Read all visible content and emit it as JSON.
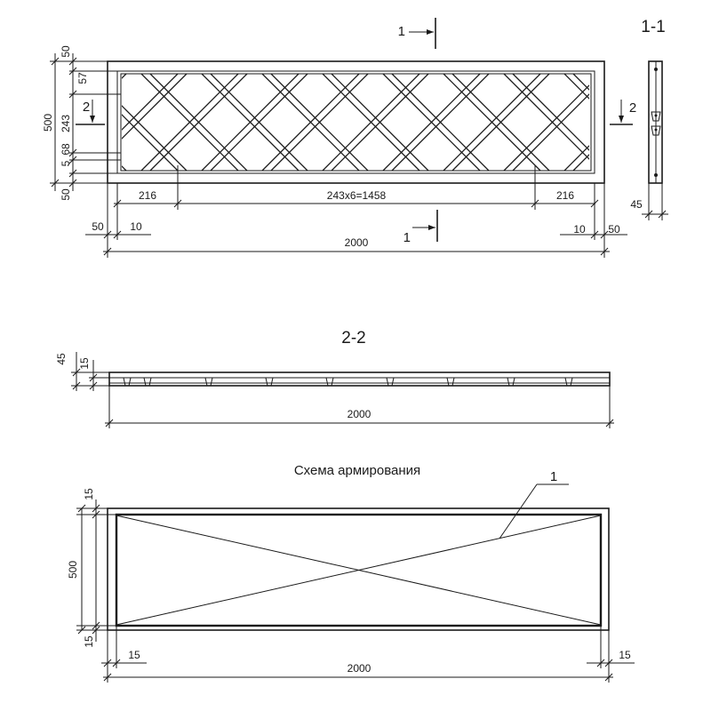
{
  "top_view": {
    "dims_left": [
      "50",
      "57",
      "243",
      "5",
      "68",
      "50"
    ],
    "dim_total_height": "500",
    "dims_bottom_row1": [
      "216",
      "243x6=1458",
      "216"
    ],
    "dims_bottom_row2": [
      "50",
      "10",
      "10",
      "50"
    ],
    "dim_total_width": "2000",
    "section_1_marker": "1",
    "section_2_marker": "2"
  },
  "section_1_1": {
    "title": "1-1",
    "dim_depth": "45"
  },
  "section_2_2": {
    "title": "2-2",
    "dim_depth": "45",
    "dim_cover": "15",
    "dim_length": "2000"
  },
  "reinforcement": {
    "title": "Схема армирования",
    "callout": "1",
    "dim_height": "500",
    "dim_cover_top": "15",
    "dim_cover_bottom": "15",
    "dim_cover_left": "15",
    "dim_cover_right": "15",
    "dim_length": "2000"
  }
}
